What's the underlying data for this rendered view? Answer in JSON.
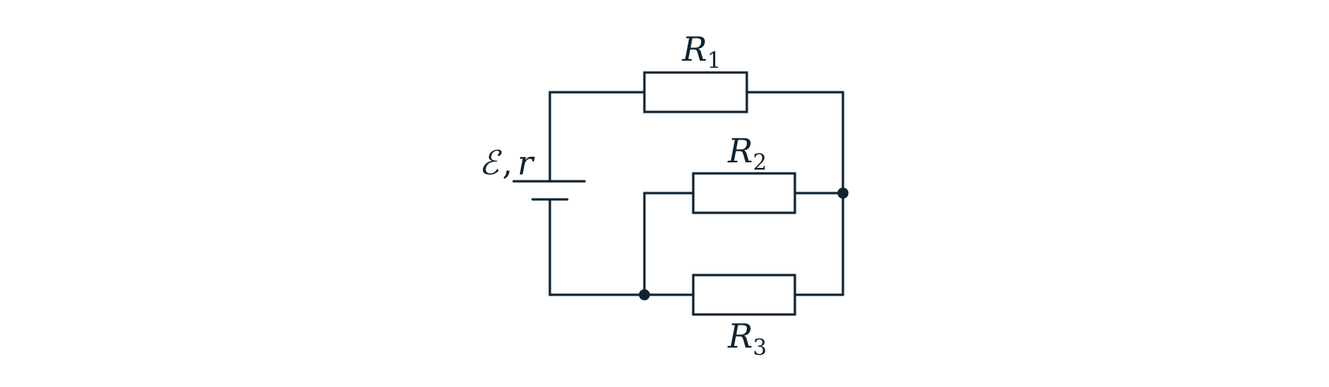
{
  "diagram": {
    "colors": {
      "stroke": "#0f2330",
      "background": "#ffffff"
    },
    "labels": {
      "r1": {
        "letter": "R",
        "sub": "1"
      },
      "r2": {
        "letter": "R",
        "sub": "2"
      },
      "r3": {
        "letter": "R",
        "sub": "3"
      },
      "source": {
        "emf": "ℰ",
        "separator": ",",
        "internal": "r"
      }
    }
  }
}
